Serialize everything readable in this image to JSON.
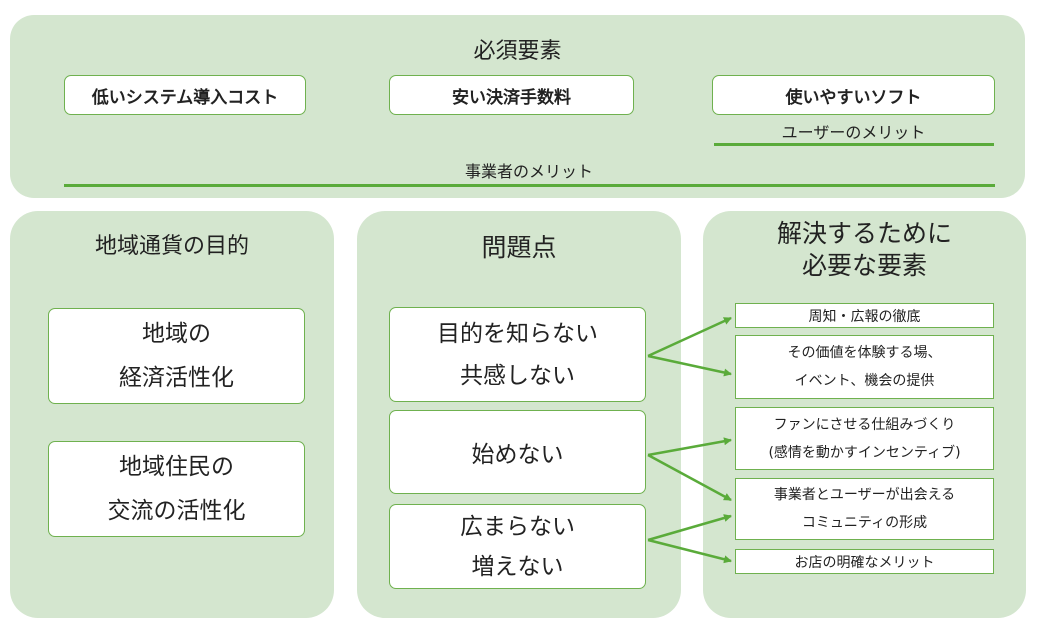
{
  "top": {
    "title": "必須要素",
    "items": [
      "低いシステム導入コスト",
      "安い決済手数料",
      "使いやすいソフト"
    ],
    "user_merit": "ユーザーのメリット",
    "business_merit": "事業者のメリット"
  },
  "purpose": {
    "title": "地域通貨の目的",
    "items": [
      "地域の\n経済活性化",
      "地域住民の\n交流の活性化"
    ]
  },
  "problems": {
    "title": "問題点",
    "items": [
      "目的を知らない\n共感しない",
      "始めない",
      "広まらない\n増えない"
    ]
  },
  "solutions": {
    "title": "解決するために\n必要な要素",
    "items": [
      "周知・広報の徹底",
      "その価値を体験する場、\nイベント、機会の提供",
      "ファンにさせる仕組みづくり\n(感情を動かすインセンティブ)",
      "事業者とユーザーが出会える\nコミュニティの形成",
      "お店の明確なメリット"
    ]
  },
  "colors": {
    "panel": "#d4e6cf",
    "accent": "#5aab3a"
  }
}
